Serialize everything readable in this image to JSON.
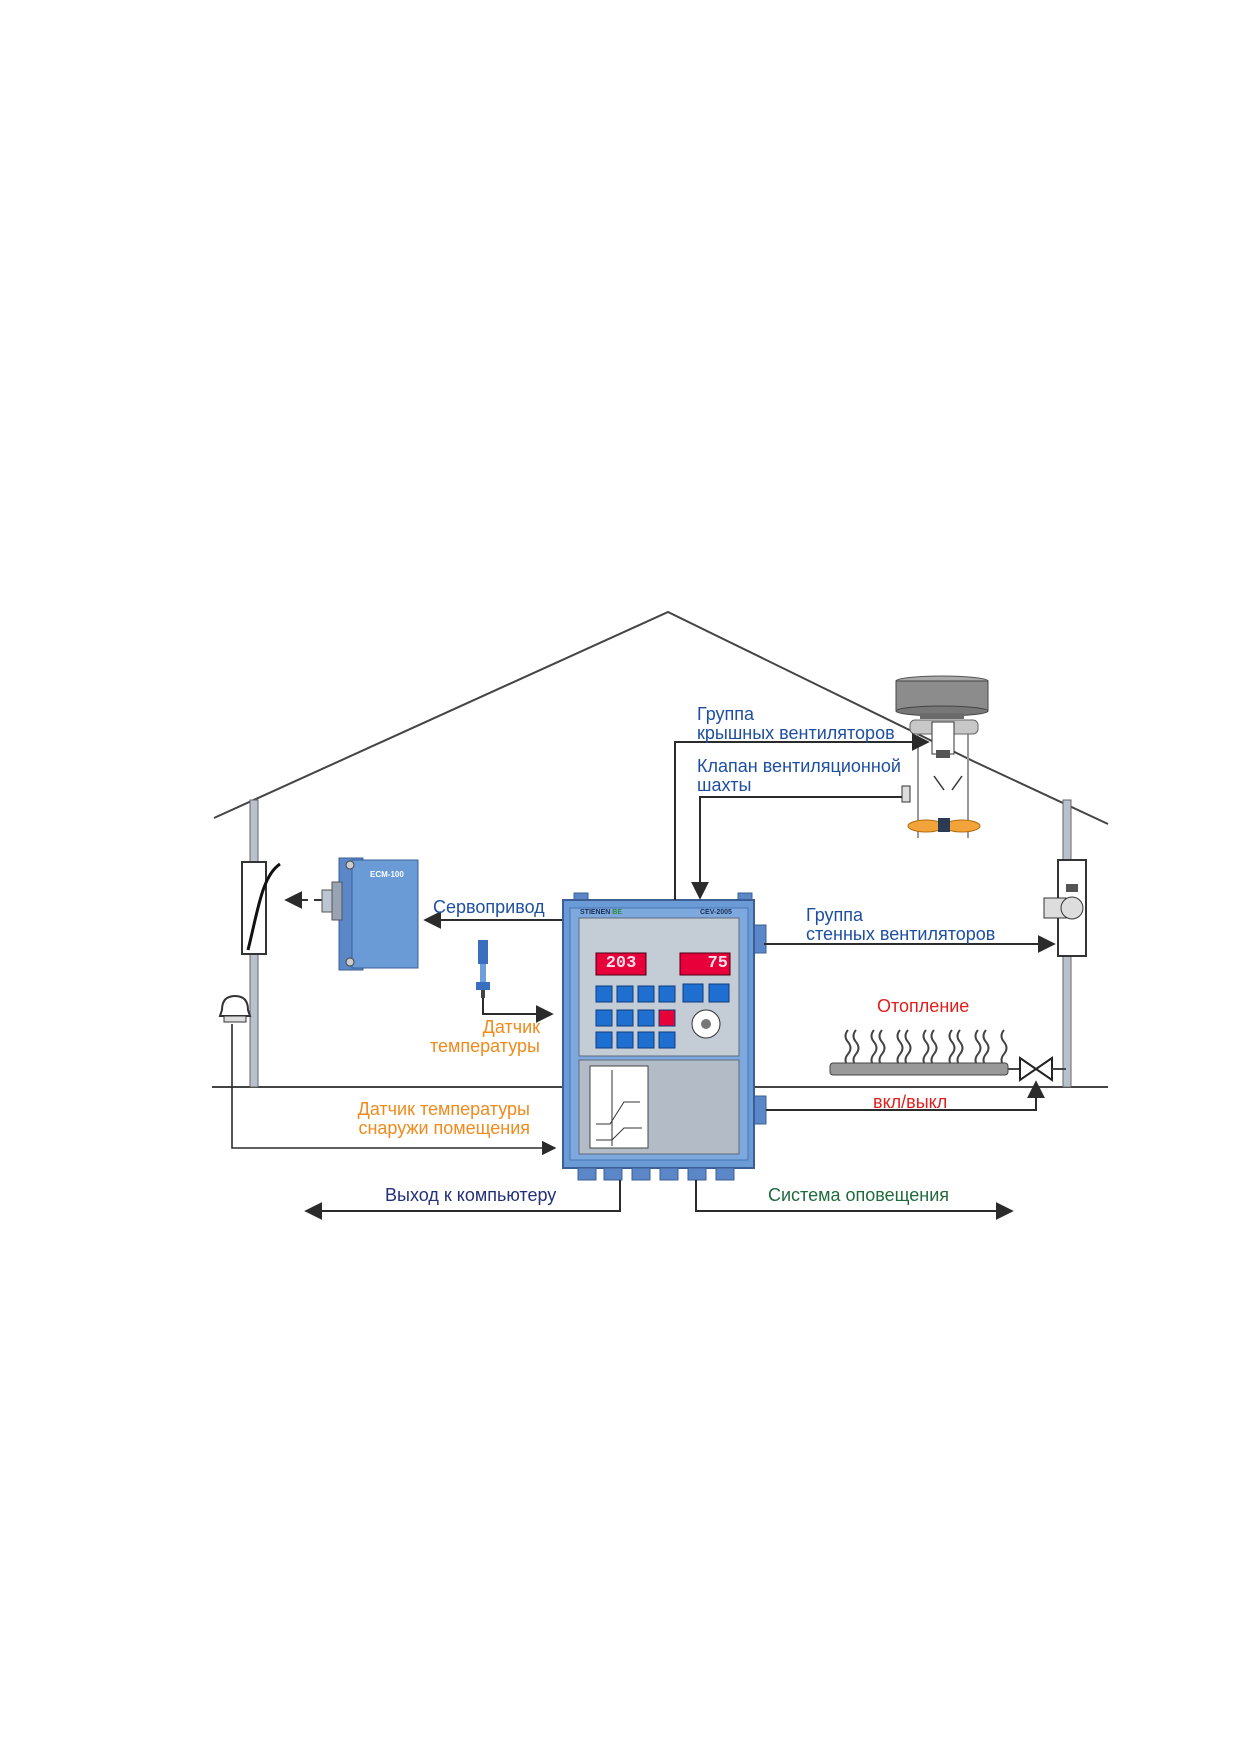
{
  "labels": {
    "roof_fans": [
      "Группа",
      "крышных вентиляторов"
    ],
    "shaft_valve": [
      "Клапан вентиляционной",
      "шахты"
    ],
    "servo": "Сервопривод",
    "wall_fans": [
      "Группа",
      "стенных вентиляторов"
    ],
    "heating": "Отопление",
    "inner_sensor": [
      "Датчик",
      "температуры"
    ],
    "outer_sensor": [
      "Датчик температуры",
      "снаружи помещения"
    ],
    "onoff": "вкл/выкл",
    "computer": "Выход к компьютеру",
    "alarm": "Система оповещения"
  },
  "devices": {
    "servo_model": "ECM-100",
    "controller_brand": "STIENEN",
    "controller_brand_suffix": "BE",
    "controller_model": "CEV-2005",
    "display_left": "203",
    "display_right": "75"
  },
  "colors": {
    "device_blue": "#6b9bd7",
    "line": "#333333",
    "display_red": "#e8003a",
    "label_blue": "#1f4fa0",
    "label_orange": "#f08a1c",
    "label_red": "#e01e1e"
  }
}
